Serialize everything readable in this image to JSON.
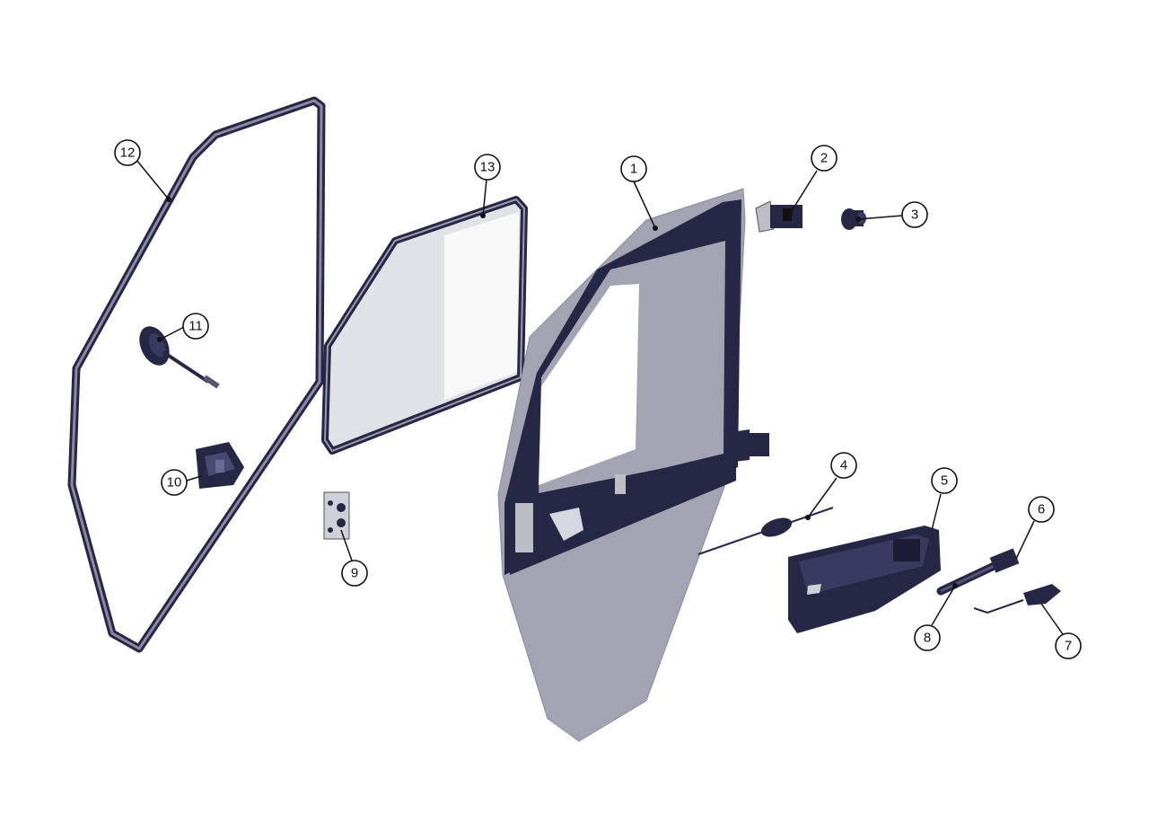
{
  "diagram": {
    "type": "exploded-parts-view",
    "subject": "door assembly",
    "colors": {
      "frame_dark": "#262645",
      "frame_edge": "#6b6b85",
      "panel": "#a3a3b3",
      "glass": "#c8c8d6",
      "callout_stroke": "#111111"
    },
    "callouts": [
      {
        "id": "1",
        "label": "1"
      },
      {
        "id": "2",
        "label": "2"
      },
      {
        "id": "3",
        "label": "3"
      },
      {
        "id": "4",
        "label": "4"
      },
      {
        "id": "5",
        "label": "5"
      },
      {
        "id": "6",
        "label": "6"
      },
      {
        "id": "7",
        "label": "7"
      },
      {
        "id": "8",
        "label": "8"
      },
      {
        "id": "9",
        "label": "9"
      },
      {
        "id": "10",
        "label": "10"
      },
      {
        "id": "11",
        "label": "11"
      },
      {
        "id": "12",
        "label": "12"
      },
      {
        "id": "13",
        "label": "13"
      }
    ]
  }
}
